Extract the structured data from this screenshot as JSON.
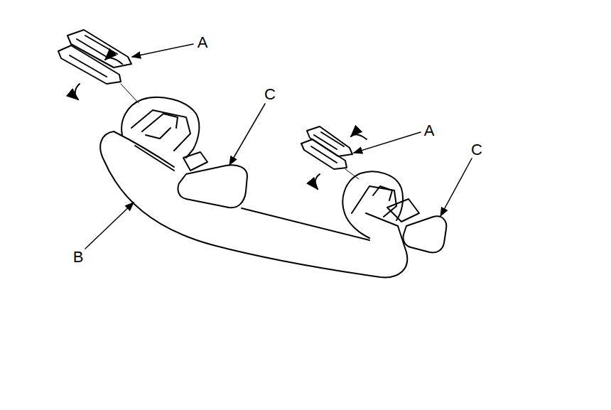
{
  "diagram": {
    "labels": [
      "A",
      "C",
      "A",
      "C",
      "B"
    ]
  }
}
